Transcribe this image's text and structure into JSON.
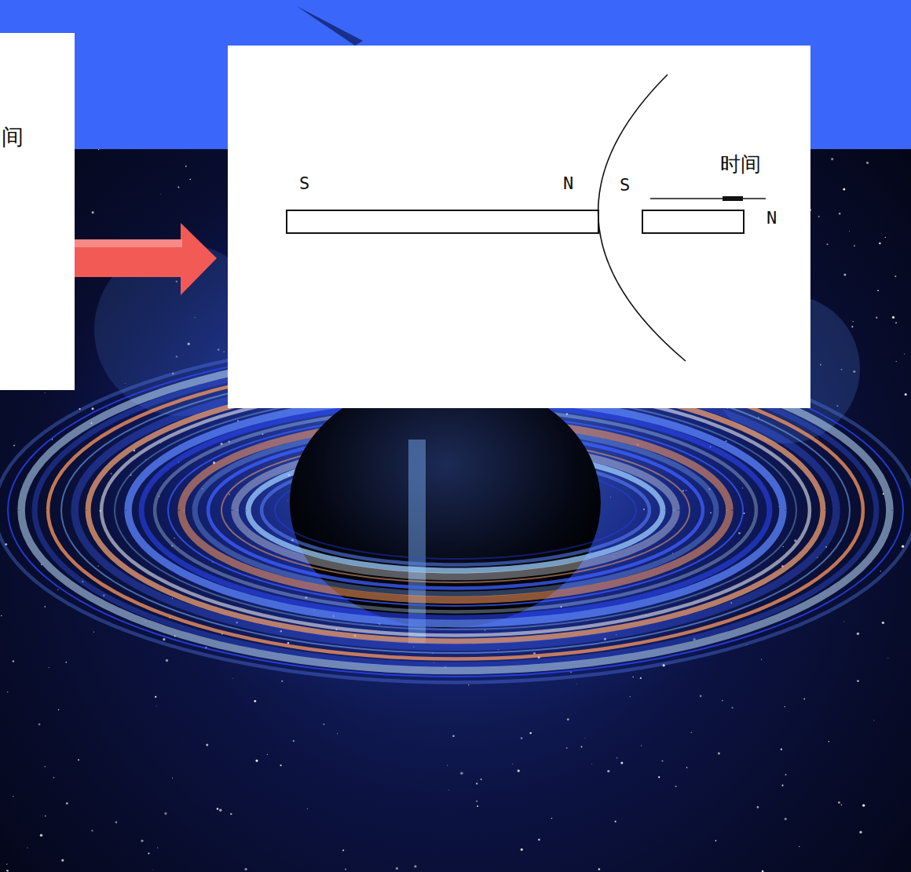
{
  "diagram": {
    "labels": [
      "间",
      "S",
      "N",
      "S",
      "时间",
      "N"
    ]
  }
}
